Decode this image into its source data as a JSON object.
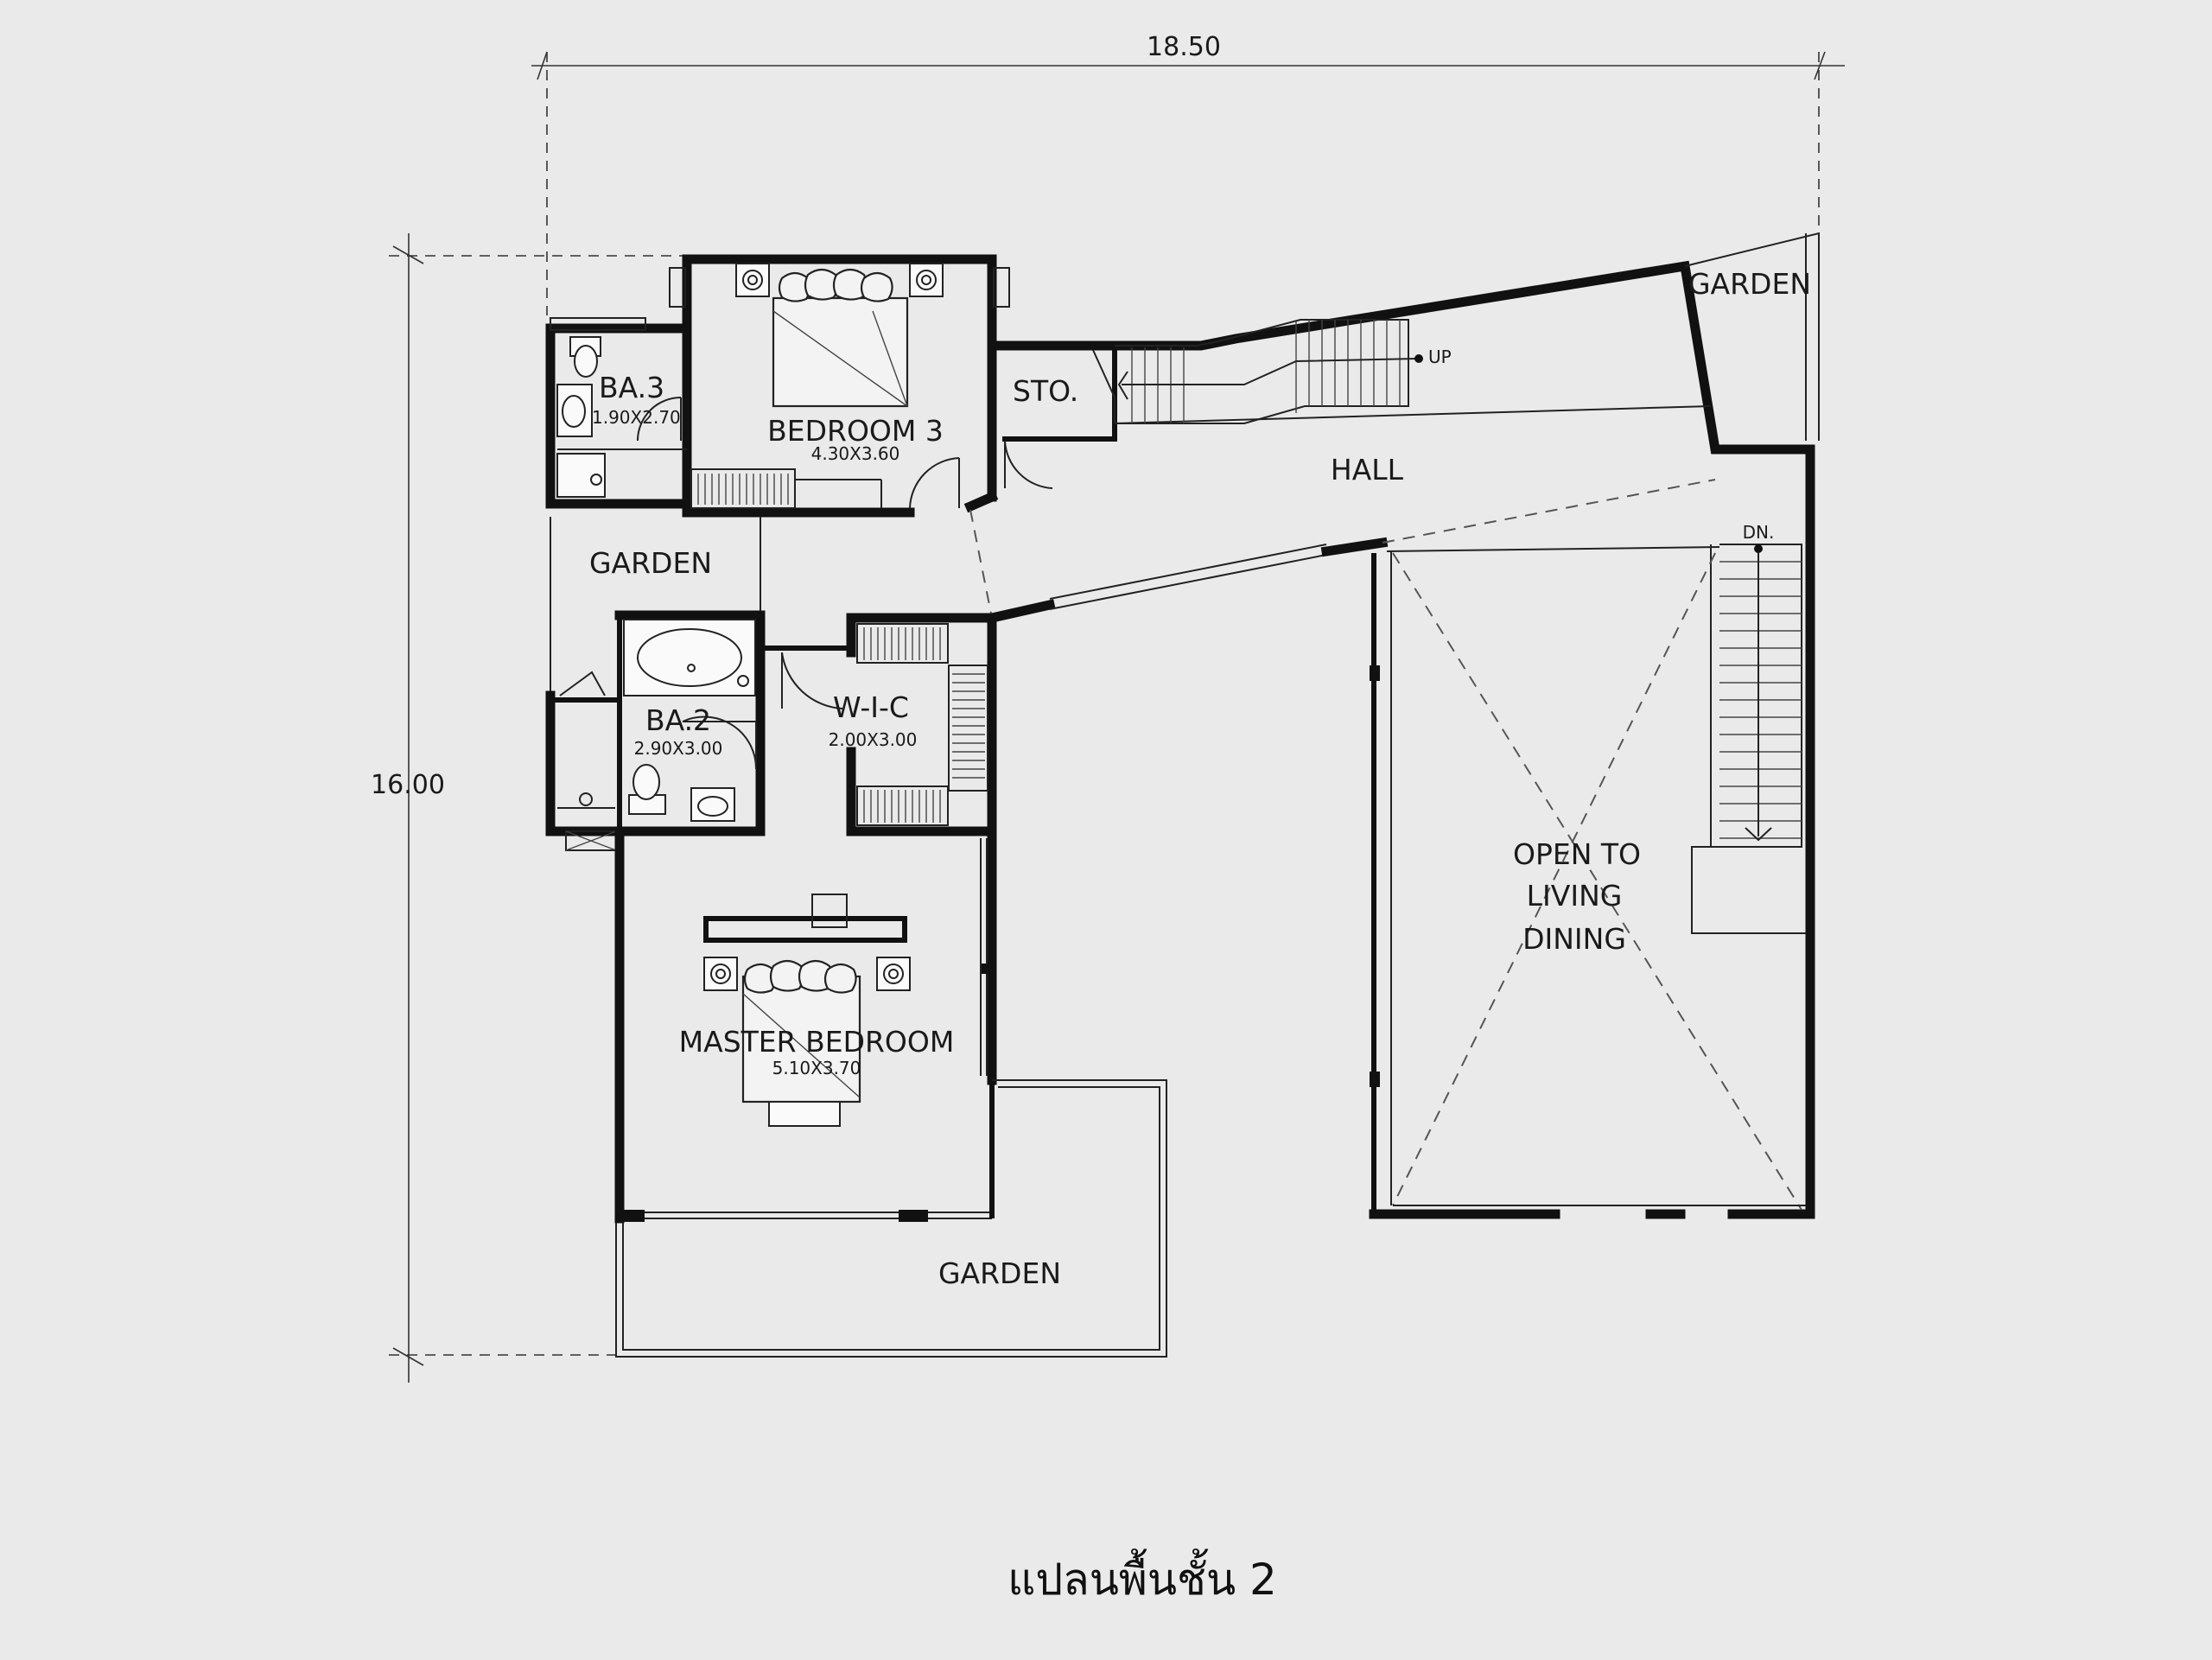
{
  "dimensions": {
    "width_label": "18.50",
    "depth_label": "16.00"
  },
  "rooms": {
    "bedroom3": {
      "name": "BEDROOM 3",
      "size": "4.30X3.60"
    },
    "ba3": {
      "name": "BA.3",
      "size": "1.90X2.70"
    },
    "storage": {
      "name": "STO."
    },
    "hall": {
      "name": "HALL"
    },
    "garden_top_right": {
      "name": "GARDEN"
    },
    "garden_left": {
      "name": "GARDEN"
    },
    "garden_bottom": {
      "name": "GARDEN"
    },
    "ba2": {
      "name": "BA.2",
      "size": "2.90X3.00"
    },
    "wic": {
      "name": "W-I-C",
      "size": "2.00X3.00"
    },
    "master_bedroom": {
      "name": "MASTER BEDROOM",
      "size": "5.10X3.70"
    },
    "open_area": {
      "line1": "OPEN TO",
      "line2": "LIVING",
      "line3": "DINING"
    }
  },
  "stairs": {
    "up_label": "UP",
    "down_label": "DN."
  },
  "caption": "แปลนพื้นชั้น 2"
}
